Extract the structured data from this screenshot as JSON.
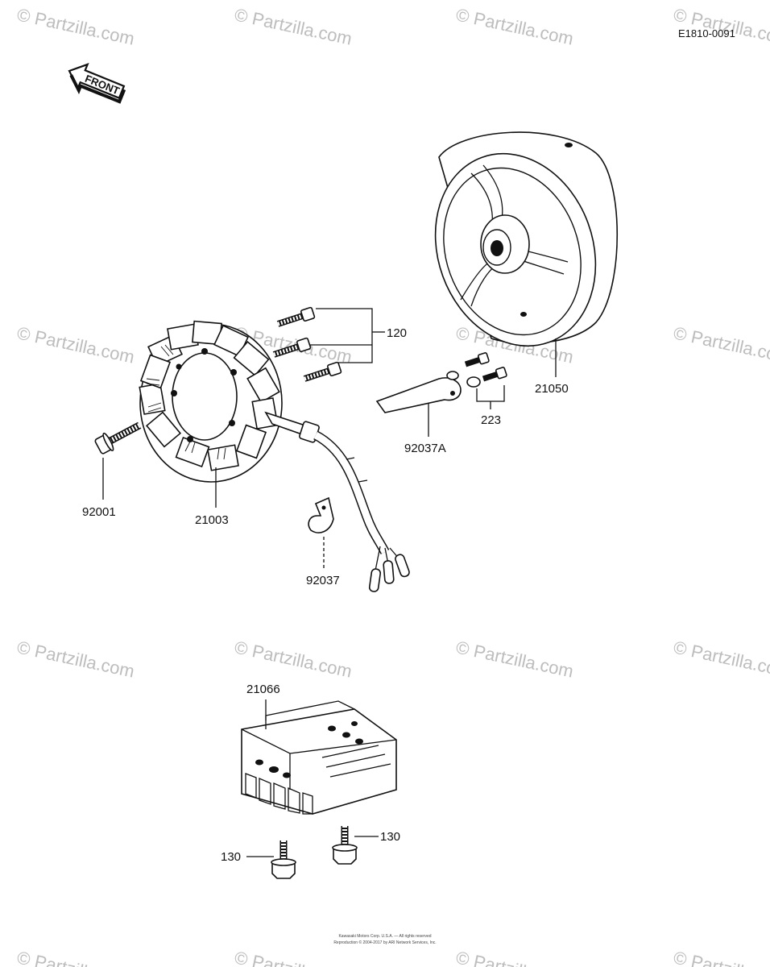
{
  "diagram": {
    "code": "E1810-0091",
    "front_label": "FRONT",
    "footer_line1": "Kawasaki Motors Corp. U.S.A. — All rights reserved",
    "footer_line2": "Reproduction © 2004-2017 by ARI Network Services, Inc.",
    "watermark_text": "© Partzilla.com",
    "parts": [
      {
        "ref": "120"
      },
      {
        "ref": "21050"
      },
      {
        "ref": "223"
      },
      {
        "ref": "92037A"
      },
      {
        "ref": "92001"
      },
      {
        "ref": "21003"
      },
      {
        "ref": "92037"
      },
      {
        "ref": "21066"
      },
      {
        "ref": "130"
      },
      {
        "ref": "130"
      }
    ]
  },
  "colors": {
    "line": "#111111",
    "watermark": "#bdbdbd",
    "background": "#ffffff"
  }
}
